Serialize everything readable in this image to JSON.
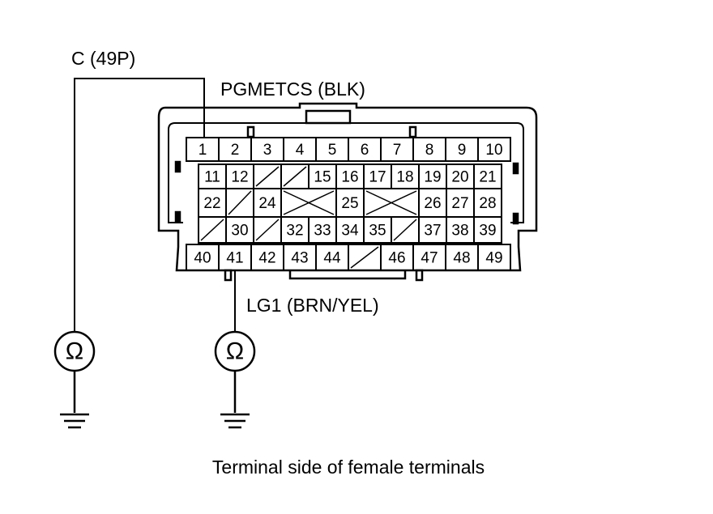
{
  "diagram": {
    "labels": {
      "connector_c": "C (49P)",
      "connector_pgm": "PGMETCS (BLK)",
      "wire_lg1": "LG1 (BRN/YEL)",
      "caption": "Terminal side of female terminals"
    },
    "symbols": {
      "ohmmeter": "Ω"
    },
    "colors": {
      "line": "#000000",
      "background": "#ffffff"
    },
    "terminals": {
      "row1": [
        "1",
        "2",
        "3",
        "4",
        "5",
        "6",
        "7",
        "8",
        "9",
        "10"
      ],
      "row2": [
        "11",
        "12",
        "",
        "",
        "15",
        "16",
        "17",
        "18",
        "19",
        "20",
        "21"
      ],
      "row3": [
        "22",
        "",
        "24",
        "",
        "25",
        "",
        "26",
        "27",
        "28"
      ],
      "row4": [
        "",
        "30",
        "",
        "32",
        "33",
        "34",
        "35",
        "",
        "37",
        "38",
        "39"
      ],
      "row5": [
        "40",
        "41",
        "42",
        "43",
        "44",
        "",
        "46",
        "47",
        "48",
        "49"
      ]
    }
  }
}
